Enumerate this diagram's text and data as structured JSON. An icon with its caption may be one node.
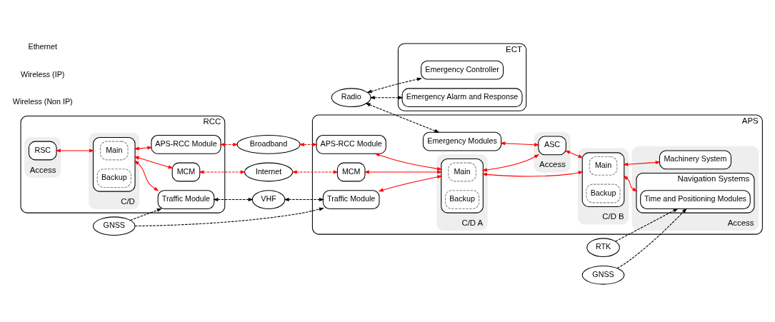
{
  "diagram": {
    "nodes": [
      {
        "text": [
          "ECT"
        ]
      },
      {
        "text": [
          "Emergency Alarm and Response"
        ],
        "in": 0
      },
      {
        "text": [
          "Emergency Controller"
        ],
        "in": 0
      },
      {
        "text": [
          "Radio"
        ]
      },
      {
        "text": [
          "RCC"
        ]
      },
      {
        "text": [
          "Access"
        ],
        "in": 4
      },
      {
        "text": [
          "RSC"
        ],
        "in": 5
      },
      {
        "text": [
          "C/D"
        ],
        "in": 4
      },
      {
        "text": [],
        "shape": "box",
        "in": 7
      },
      {
        "text": [
          "Main"
        ],
        "in": 8
      },
      {
        "text": [
          "Backup"
        ],
        "in": 8
      },
      {
        "text": [
          "Traffic Module"
        ],
        "in": 4
      },
      {
        "text": [
          "APS-RCC Module"
        ],
        "in": 4
      },
      {
        "text": [
          "MCM"
        ],
        "in": 4
      },
      {
        "text": [
          "GNSS"
        ]
      },
      {
        "text": [
          "VHF"
        ]
      },
      {
        "text": [
          "Broadband"
        ]
      },
      {
        "text": [
          "Internet"
        ]
      },
      {
        "text": [
          "APS"
        ]
      },
      {
        "text": [
          "Emergency Modules"
        ],
        "in": 18
      },
      {
        "text": [
          "Traffic Module"
        ],
        "in": 18
      },
      {
        "text": [
          "APS-RCC Module"
        ],
        "in": 18
      },
      {
        "text": [
          "MCM"
        ],
        "in": 18
      },
      {
        "text": [
          "C/D A"
        ],
        "in": 18
      },
      {
        "text": [],
        "shape": "box",
        "in": 23
      },
      {
        "text": [
          "Main"
        ],
        "in": 24
      },
      {
        "text": [
          "Backup"
        ],
        "in": 24
      },
      {
        "text": [
          "Access"
        ],
        "in": 18
      },
      {
        "text": [
          "ASC"
        ],
        "in": 27
      },
      {
        "text": [
          "C/D B"
        ],
        "in": 18
      },
      {
        "text": [],
        "shape": "box",
        "in": 29
      },
      {
        "text": [
          "Main"
        ],
        "in": 30
      },
      {
        "text": [
          "Backup"
        ],
        "in": 30
      },
      {
        "text": [
          "Access"
        ],
        "in": 18
      },
      {
        "text": [
          "Machinery System"
        ],
        "in": 33
      },
      {
        "text": [
          "Navigation Systems"
        ],
        "in": 33
      },
      {
        "text": [
          "Time and Positioning Modules"
        ],
        "in": 35
      },
      {
        "text": [
          "RTK"
        ]
      },
      {
        "text": [
          "GNSS"
        ]
      }
    ],
    "edges": [
      {
        "from": 3,
        "to": 1,
        "arrow": "both",
        "style": "dashed",
        "color": "#000000"
      },
      {
        "from": 3,
        "to": 2,
        "arrow": "both",
        "style": "dashed",
        "color": "#000000"
      },
      {
        "from": 3,
        "to": 19,
        "arrow": "both",
        "style": "dashed",
        "color": "#000000"
      },
      {
        "from": 6,
        "to": 8,
        "arrow": "both"
      },
      {
        "from": 8,
        "to": 11,
        "arrow": "both"
      },
      {
        "from": 8,
        "to": 12,
        "arrow": "both"
      },
      {
        "from": 8,
        "to": 13,
        "arrow": "both"
      },
      {
        "from": 14,
        "to": 11,
        "arrow": "to",
        "style": "dashed",
        "color": "#000000"
      },
      {
        "from": 14,
        "to": 20,
        "arrow": "to",
        "style": "dashed",
        "color": "#000000"
      },
      {
        "from": 11,
        "to": 15,
        "arrow": "both",
        "style": "dashed",
        "color": "#000000"
      },
      {
        "from": 12,
        "to": 16,
        "arrow": "both",
        "style": "dashed"
      },
      {
        "from": 13,
        "to": 17,
        "arrow": "both",
        "style": "dashed"
      },
      {
        "from": 15,
        "to": 20,
        "arrow": "both",
        "style": "dashed",
        "color": "#000000"
      },
      {
        "from": 16,
        "to": 21,
        "arrow": "both",
        "style": "dashed"
      },
      {
        "from": 17,
        "to": 22,
        "arrow": "both",
        "style": "dashed"
      },
      {
        "from": 20,
        "to": 24,
        "arrow": "both"
      },
      {
        "from": 21,
        "to": 24,
        "arrow": "both"
      },
      {
        "from": 22,
        "to": 24,
        "arrow": "both"
      },
      {
        "from": 19,
        "to": 28,
        "arrow": "both"
      },
      {
        "from": 24,
        "to": 28,
        "arrow": "both"
      },
      {
        "from": 24,
        "to": 30,
        "arrow": "both"
      },
      {
        "from": 28,
        "to": 30,
        "arrow": "both"
      },
      {
        "from": 30,
        "to": 34,
        "arrow": "both"
      },
      {
        "from": 30,
        "to": 35,
        "arrow": "both"
      },
      {
        "from": 37,
        "to": 36,
        "arrow": "to",
        "style": "dashed",
        "color": "#000000"
      },
      {
        "from": 38,
        "to": 36,
        "arrow": "to",
        "style": "dashed",
        "color": "#000000"
      }
    ],
    "legend": [
      {
        "text": "Ethernet"
      },
      {
        "text": "Wireless (IP)"
      },
      {
        "text": "Wireless (Non IP)"
      }
    ]
  }
}
